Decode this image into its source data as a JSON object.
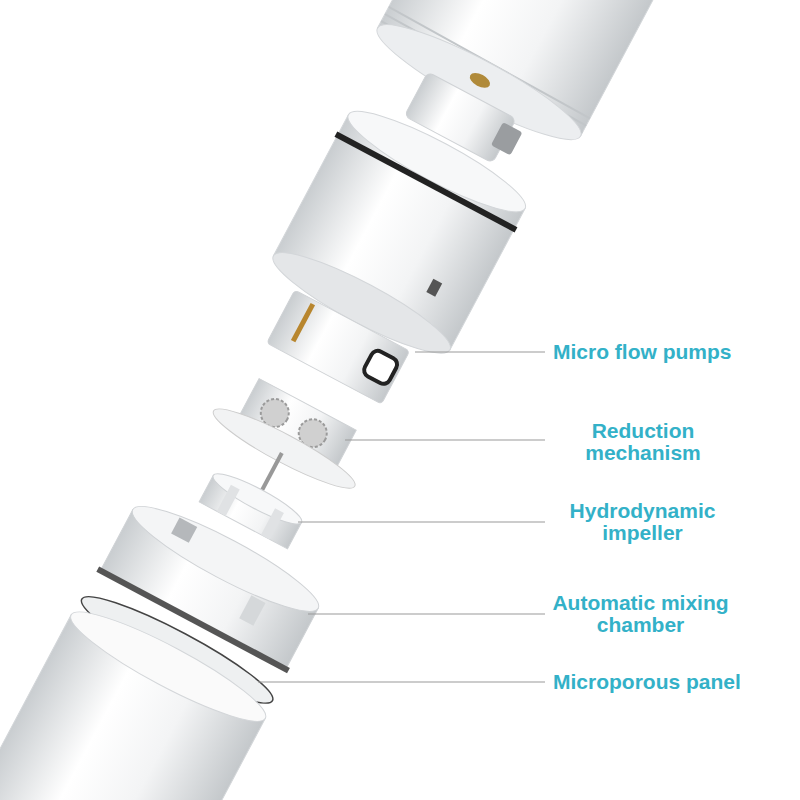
{
  "diagram": {
    "labels": [
      "Micro flow pumps",
      "Reduction mechanism",
      "Hydrodynamic impeller",
      "Automatic mixing chamber",
      "Microporous panel"
    ]
  }
}
